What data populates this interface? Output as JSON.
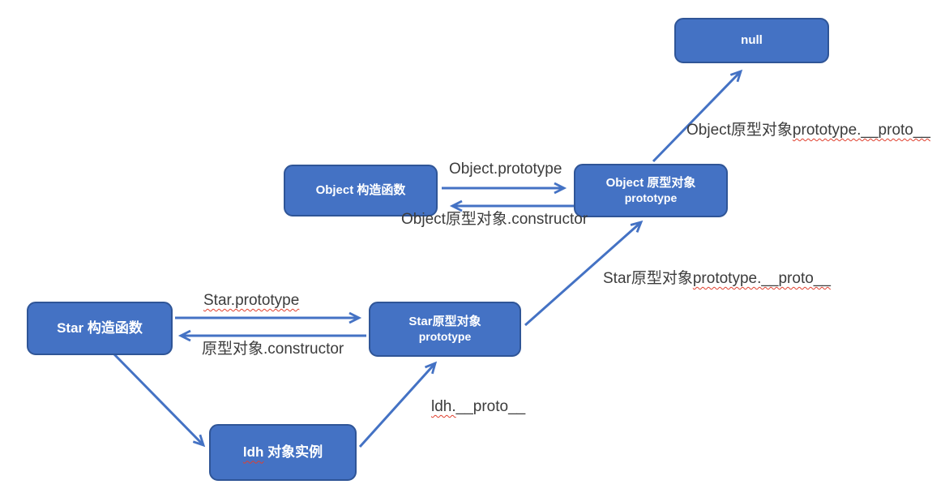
{
  "diagram": {
    "title": "JavaScript prototype chain diagram",
    "colors": {
      "node_fill": "#4472C4",
      "node_border": "#2F5597",
      "node_text": "#FFFFFF",
      "arrow": "#4472C4",
      "label_text": "#3C3C3C",
      "spellcheck_wavy": "#E0402F"
    },
    "nodes": {
      "null_node": {
        "line1": "null",
        "line2": ""
      },
      "object_ctor": {
        "line1": "Object 构造函数",
        "line2": ""
      },
      "object_proto": {
        "line1": "Object 原型对象",
        "line2": "prototype"
      },
      "star_ctor": {
        "line1": "Star 构造函数",
        "line2": ""
      },
      "star_proto": {
        "line1": "Star原型对象",
        "line2": "prototype"
      },
      "ldh_instance": {
        "wavy_part": "ldh",
        "rest_part": " 对象实例"
      }
    },
    "edge_labels": {
      "object_prototype": {
        "pre": "Object.prototype",
        "wavy": "",
        "post": ""
      },
      "object_constructor": {
        "pre": "Object原型对象.constructor",
        "wavy": "",
        "post": ""
      },
      "object_proto_chain": {
        "pre": "Object原型对象",
        "wavy": "prototype.__proto__",
        "post": ""
      },
      "star_prototype": {
        "pre": "",
        "wavy": "Star.prototype",
        "post": ""
      },
      "star_constructor": {
        "pre": "原型对象.constructor",
        "wavy": "",
        "post": ""
      },
      "star_proto_chain": {
        "pre": "Star原型对象",
        "wavy": "prototype.__proto__",
        "post": ""
      },
      "ldh_proto": {
        "pre": "",
        "wavy": "ldh.",
        "post": "__proto__"
      }
    }
  }
}
